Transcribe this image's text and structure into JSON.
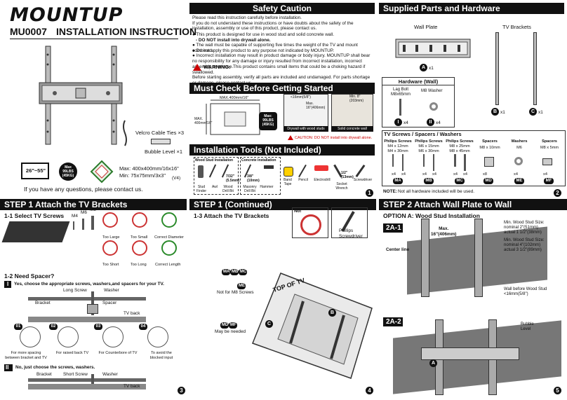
{
  "brand": "MOUNTUP",
  "left": {
    "model": "MU0007",
    "title": "INSTALLATION INSTRUCTION",
    "velcro": "Velcro Cable Ties ×3",
    "bubble": "Bubble Level ×1",
    "tv_size": "26\"~55\"",
    "max_load": "Max\n99LBS\n(45KG)",
    "max_dim": "Max: 400x400mm/16x16\"",
    "min_dim": "Min:  75x75mm/3x3\"",
    "version": "(V4)",
    "contact": "If you have any questions, please contact us."
  },
  "safety": {
    "header": "Safety Caution",
    "intro": "Please read this instruction carefully before installation.\nIf you do not understand these instructions or have doubts about the safety of the installation, assembly or use of this product, please contact us.",
    "bullets": [
      "This product is designed for use in wood stud and solid concrete wall.",
      "- DO NOT install into drywall alone.",
      "The wall must be capable of supporting five times the weight of the TV and mount combined.",
      "Do not apply this product to any purpose not indicated by MOUNTUP.",
      "Incorrect installation may result in product damage or body injury. MOUNTUP shall bear no responsibility for any damage or injury resulted from incorrect installation, incorrect assembly or misuse."
    ],
    "warning_title": "WARNING:",
    "warning_text": "This product contains small items that could be a choking hazard if swallowed.\nBefore starting assembly, verify all parts are included and undamaged. For parts shortage or damage, please contact us."
  },
  "must_check": {
    "header": "Must Check Before Getting Started",
    "max_dim": "MAX.400mm/16\"",
    "max_side": "MAX.\n400mm/16\"",
    "max_load": "Max:\n99LBS\n(45KG)",
    "stud_spacing": "<16mm(5/8\")",
    "max_gap": "Max.\n16\"(406mm)",
    "min_conc": "Min. 8\"\n(203mm)",
    "drywall": "Drywall with wood studs",
    "concrete": "Solid concrete wall",
    "caution": "CAUTION: DO NOT install into drywall alone."
  },
  "tools": {
    "header": "Installation Tools (Not Included)",
    "wood": "Wood Stud Installation",
    "conc": "Concrete Installation",
    "items": [
      "Stud\nFinder",
      "Awl",
      "Wood\nDrill Bit",
      "Masonry\nDrill Bit",
      "Hammer",
      "Band\nTape",
      "Pencil",
      "Electrodrill",
      "Socket\nWrench",
      "Screwdriver"
    ],
    "bit1": "7/32\"\n(5.5mm)",
    "bit2": "3/8\"\n(10mm)",
    "bit3": "1/2\"\n(13mm)",
    "page": "1"
  },
  "supplied": {
    "header": "Supplied Parts and Hardware",
    "wall_plate": "Wall Plate",
    "tv_brackets": "TV Brackets",
    "qty_a": "x1",
    "qty_b": "x1",
    "qty_c": "x1",
    "hw_wall_title": "Hardware (Wall)",
    "lag": "Lag Bolt\nM8x65mm",
    "washer": "M8 Washer",
    "qty_i": "x4",
    "qty_ii": "x4",
    "tv_screws_title": "TV Screws / Spacers / Washers",
    "cols": [
      {
        "h": "Philips Screws",
        "l": "M4 x 12mm\nM4 x 30mm",
        "q": [
          "x4",
          "x4"
        ],
        "tag": "MA"
      },
      {
        "h": "Philips Screws",
        "l": "M6 x 15mm\nM6 x 30mm",
        "q": [
          "x4",
          "x4"
        ],
        "tag": "MB"
      },
      {
        "h": "Philips Screws",
        "l": "M8 x 25mm\nM8 x 45mm",
        "q": [
          "x4",
          "x4"
        ],
        "tag": "MC"
      },
      {
        "h": "Spacers",
        "l": "M8 x 10mm",
        "q": [
          "x8"
        ],
        "tag": "MD"
      },
      {
        "h": "Washers",
        "l": "M6",
        "q": [
          "x4"
        ],
        "tag": "ME"
      },
      {
        "h": "Spacers",
        "l": "M8 x 5mm",
        "q": [
          "x4"
        ],
        "tag": "MF"
      }
    ],
    "note_b": "NOTE:",
    "note": "Not all hardware included will be used.",
    "page": "2"
  },
  "step1": {
    "header": "STEP 1  Attach the TV Brackets",
    "s11": "1-1 Select TV Screws",
    "screws": [
      "M4",
      "M6",
      "M8"
    ],
    "checks": [
      "Too Large",
      "Too Small",
      "Correct Diameter",
      "Too Short",
      "Too Long",
      "Correct Length"
    ],
    "s12": "1-2 Need Spacer?",
    "yes_num": "I",
    "yes": "Yes, choose the appropriate screws, washers,and spacers for your TV.",
    "long_screw": "Long Screw",
    "washer": "Washer",
    "spacer": "Spacer",
    "bracket": "Bracket",
    "tv_back": "TV back",
    "cases": [
      "For more spacing\nbetween bracket and TV",
      "For raised back TV",
      "For Counterbore of TV",
      "To avoid the\nblocked input"
    ],
    "case_nums": [
      "01",
      "02",
      "03",
      "04"
    ],
    "no_num": "II",
    "no": "No, just choose the screws, washers.",
    "short_screw": "Short Screw",
    "bracket2": "Bracket",
    "washer2": "Washer",
    "tvback2": "TV back",
    "page": "3"
  },
  "step1c": {
    "header": "STEP 1  (Continued)",
    "title": "1-3 Attach the TV Brackets",
    "no": "No!",
    "phillips": "Phillips\nScrewdriver",
    "tags_top": [
      "MA",
      "MB",
      "MC"
    ],
    "tag_me": "ME",
    "not_m8": "Not for M8 Screws",
    "tags_bot": [
      "MD",
      "MF"
    ],
    "maybe": "May be needed",
    "top_of_tv": "TOP OF TV",
    "b": "B",
    "c": "C",
    "page": "4"
  },
  "step2": {
    "header": "STEP 2  Attach Wall Plate to Wall",
    "option": "OPTION A:  Wood Stud Installation",
    "tag1": "2A-1",
    "max": "Max.\n16\"(406mm)",
    "min1": "Min. Wood Stud Size:\nnominal 2\"(51mm)\nactual 1 1/2\"(38mm)",
    "min2": "Min. Wood Stud Size:\nnominal 4\"(102mm)\nactual 3 1/2\"(89mm)",
    "center": "Center line",
    "wall": "Wall before Wood Stud\n<16mm(5/8\")",
    "tag2": "2A-2",
    "bubble": "Bubble\nLevel",
    "a": "A",
    "page": "5"
  }
}
